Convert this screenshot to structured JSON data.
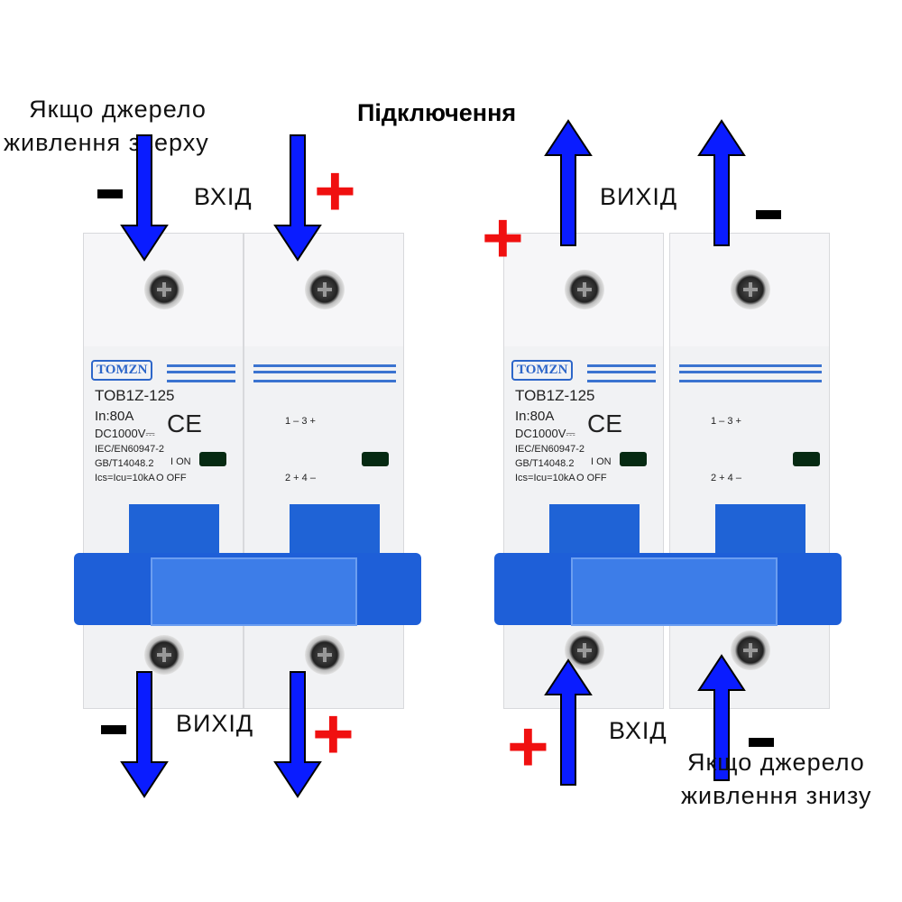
{
  "title": "Підключення",
  "top_left_note": [
    "Якщо джерело",
    "живлення зверху"
  ],
  "bottom_right_note": [
    "Якщо джерело",
    "живлення знизу"
  ],
  "labels": {
    "input": "ВХІД",
    "output": "ВИХІД"
  },
  "signs": {
    "plus": "+",
    "minus": "−"
  },
  "breaker": {
    "brand": "TOMZN",
    "model": "TOB1Z-125",
    "current": "In:80A",
    "voltage": "DC1000V⎓",
    "ce": "CE",
    "std1": "IEC/EN60947-2",
    "std2": "GB/T14048.2",
    "ics": "Ics=Icu=10kA",
    "on": "I ON",
    "off": "O OFF",
    "terminals_top": "1 ‒ 3 +",
    "terminals_bottom": "2 + 4 ‒"
  },
  "colors": {
    "arrow": "#0a1cff",
    "plus": "#f01010",
    "accent": "#1f63d6"
  }
}
